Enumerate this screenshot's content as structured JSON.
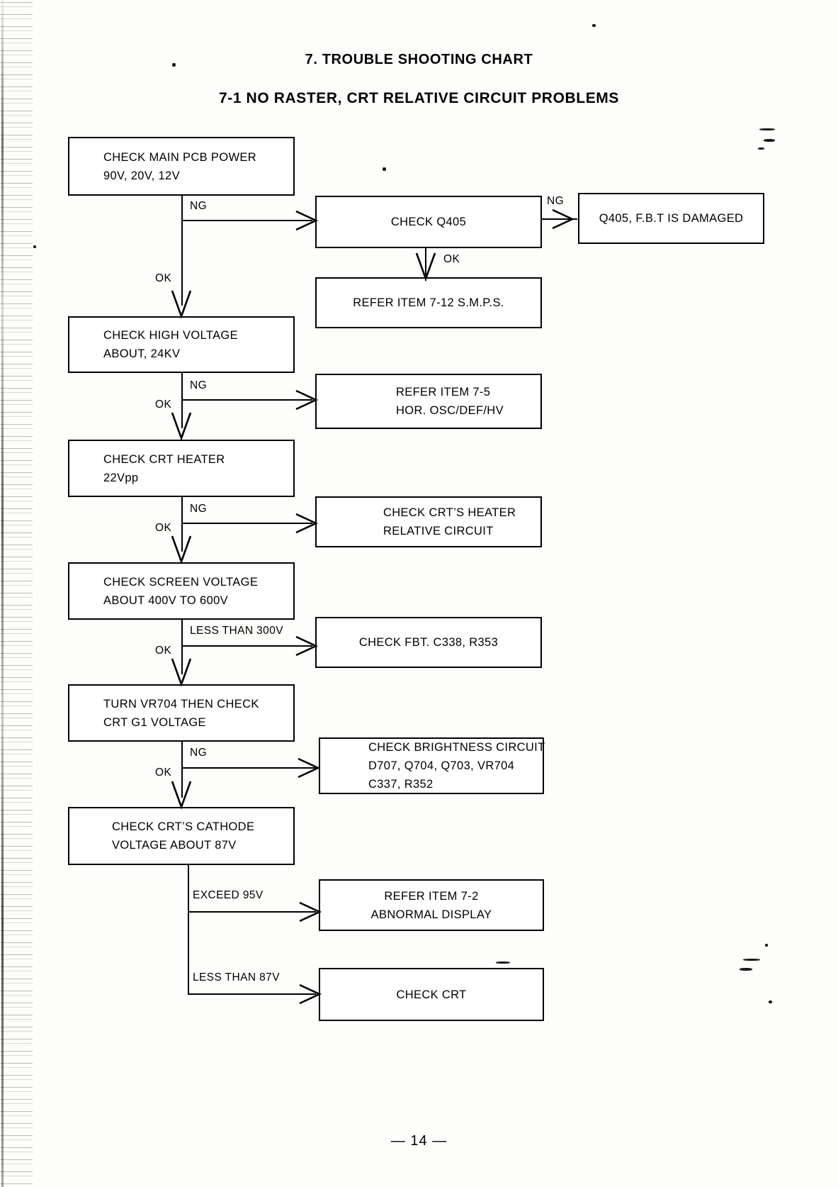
{
  "document": {
    "title_main": "7. TROUBLE SHOOTING CHART",
    "title_sub": "7-1 NO RASTER, CRT RELATIVE CIRCUIT PROBLEMS",
    "page_number": "— 14 —"
  },
  "chart_data": {
    "type": "diagram",
    "title": "7-1 NO RASTER, CRT RELATIVE CIRCUIT PROBLEMS",
    "nodes": [
      {
        "id": "n1",
        "lines": [
          "CHECK MAIN PCB POWER",
          "90V, 20V, 12V"
        ]
      },
      {
        "id": "n2",
        "lines": [
          "CHECK Q405"
        ]
      },
      {
        "id": "n3",
        "lines": [
          "Q405, F.B.T IS DAMAGED"
        ]
      },
      {
        "id": "n4",
        "lines": [
          "REFER ITEM 7-12 S.M.P.S."
        ]
      },
      {
        "id": "n5",
        "lines": [
          "CHECK HIGH VOLTAGE",
          "ABOUT, 24KV"
        ]
      },
      {
        "id": "n6",
        "lines": [
          "REFER ITEM 7-5",
          "HOR. OSC/DEF/HV"
        ]
      },
      {
        "id": "n7",
        "lines": [
          "CHECK CRT HEATER",
          "22Vpp"
        ]
      },
      {
        "id": "n8",
        "lines": [
          "CHECK CRT’S HEATER",
          "RELATIVE CIRCUIT"
        ]
      },
      {
        "id": "n9",
        "lines": [
          "CHECK SCREEN VOLTAGE",
          "ABOUT 400V TO 600V"
        ]
      },
      {
        "id": "n10",
        "lines": [
          "CHECK FBT. C338, R353"
        ]
      },
      {
        "id": "n11",
        "lines": [
          "TURN VR704 THEN CHECK",
          "CRT G1 VOLTAGE"
        ]
      },
      {
        "id": "n12",
        "lines": [
          "CHECK BRIGHTNESS CIRCUIT",
          "D707, Q704, Q703, VR704",
          "C337, R352"
        ]
      },
      {
        "id": "n13",
        "lines": [
          "CHECK CRT’S CATHODE",
          "VOLTAGE ABOUT 87V"
        ]
      },
      {
        "id": "n14",
        "lines": [
          "REFER ITEM 7-2",
          "ABNORMAL DISPLAY"
        ]
      },
      {
        "id": "n15",
        "lines": [
          "CHECK CRT"
        ]
      }
    ],
    "edges": [
      {
        "from": "n1",
        "to": "n2",
        "label": "NG"
      },
      {
        "from": "n1",
        "to": "n5",
        "label": "OK"
      },
      {
        "from": "n2",
        "to": "n3",
        "label": "NG"
      },
      {
        "from": "n2",
        "to": "n4",
        "label": "OK"
      },
      {
        "from": "n5",
        "to": "n6",
        "label": "NG"
      },
      {
        "from": "n5",
        "to": "n7",
        "label": "OK"
      },
      {
        "from": "n7",
        "to": "n8",
        "label": "NG"
      },
      {
        "from": "n7",
        "to": "n9",
        "label": "OK"
      },
      {
        "from": "n9",
        "to": "n10",
        "label": "LESS THAN 300V"
      },
      {
        "from": "n9",
        "to": "n11",
        "label": "OK"
      },
      {
        "from": "n11",
        "to": "n12",
        "label": "NG"
      },
      {
        "from": "n11",
        "to": "n13",
        "label": "OK"
      },
      {
        "from": "n13",
        "to": "n14",
        "label": "EXCEED 95V"
      },
      {
        "from": "n13",
        "to": "n15",
        "label": "LESS THAN 87V"
      }
    ]
  },
  "boxes": {
    "n1": {
      "l1": "CHECK MAIN PCB POWER",
      "l2": "90V, 20V, 12V"
    },
    "n2": {
      "l1": "CHECK Q405"
    },
    "n3": {
      "l1": "Q405, F.B.T IS DAMAGED"
    },
    "n4": {
      "l1": "REFER ITEM 7-12 S.M.P.S."
    },
    "n5": {
      "l1": "CHECK HIGH VOLTAGE",
      "l2": "ABOUT, 24KV"
    },
    "n6": {
      "l1": "REFER ITEM 7-5",
      "l2": "HOR. OSC/DEF/HV"
    },
    "n7": {
      "l1": "CHECK CRT HEATER",
      "l2": "22Vpp"
    },
    "n8": {
      "l1": "CHECK CRT’S HEATER",
      "l2": "RELATIVE CIRCUIT"
    },
    "n9": {
      "l1": "CHECK SCREEN VOLTAGE",
      "l2": "ABOUT 400V TO 600V"
    },
    "n10": {
      "l1": "CHECK FBT. C338, R353"
    },
    "n11": {
      "l1": "TURN VR704 THEN CHECK",
      "l2": "CRT G1 VOLTAGE"
    },
    "n12": {
      "l1": "CHECK BRIGHTNESS CIRCUIT",
      "l2": "D707, Q704, Q703, VR704",
      "l3": "C337, R352"
    },
    "n13": {
      "l1": "CHECK CRT’S CATHODE",
      "l2": "VOLTAGE ABOUT 87V"
    },
    "n14": {
      "l1": "REFER ITEM 7-2",
      "l2": "ABNORMAL DISPLAY"
    },
    "n15": {
      "l1": "CHECK CRT"
    }
  },
  "labels": {
    "ng1": "NG",
    "ok1": "OK",
    "ng2": "NG",
    "ok2": "OK",
    "ng3": "NG",
    "ok3": "OK",
    "ng4": "NG",
    "ok4": "OK",
    "lt300": "LESS THAN 300V",
    "ok5": "OK",
    "ng5": "NG",
    "ok6": "OK",
    "exceed95": "EXCEED 95V",
    "lt87": "LESS THAN 87V"
  }
}
